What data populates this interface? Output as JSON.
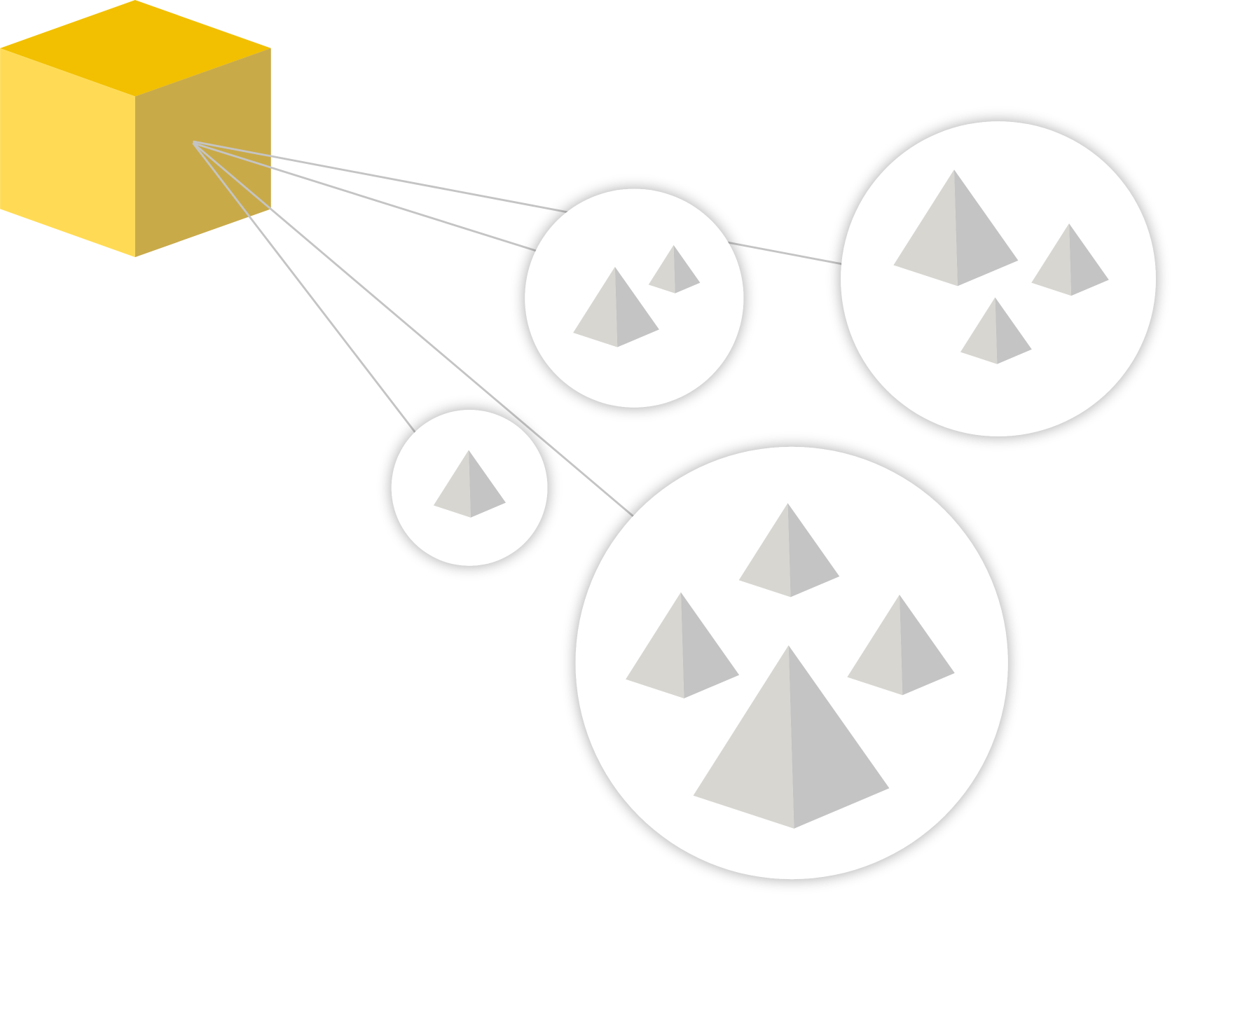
{
  "colors": {
    "cube_top": "#F2C000",
    "cube_left": "#FFDB55",
    "cube_right": "#C9AA48",
    "connector": "#C4C4C4",
    "bubble_fill": "#FFFFFF",
    "pyramid_light": "#D7D6D1",
    "pyramid_dark": "#C4C4C4"
  },
  "diagram": {
    "source": "cube",
    "groups": [
      {
        "name": "group-small",
        "pyramid_count": 1
      },
      {
        "name": "group-medium",
        "pyramid_count": 2
      },
      {
        "name": "group-large",
        "pyramid_count": 3
      },
      {
        "name": "group-largest",
        "pyramid_count": 4
      }
    ]
  }
}
